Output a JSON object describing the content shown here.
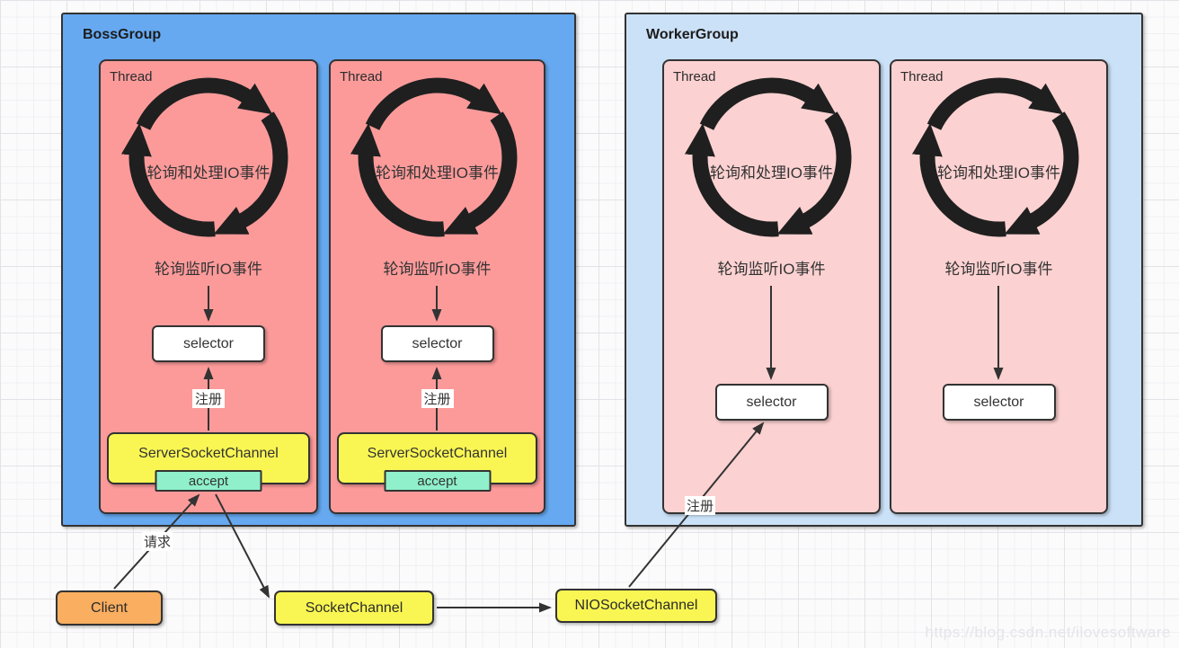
{
  "boss_group": {
    "title": "BossGroup",
    "threads": [
      {
        "label": "Thread",
        "cycle_center_label": "轮询和处理IO事件",
        "cycle_bottom_label": "轮询监听IO事件",
        "selector_label": "selector",
        "register_label": "注册",
        "channel_label": "ServerSocketChannel",
        "accept_label": "accept"
      },
      {
        "label": "Thread",
        "cycle_center_label": "轮询和处理IO事件",
        "cycle_bottom_label": "轮询监听IO事件",
        "selector_label": "selector",
        "register_label": "注册",
        "channel_label": "ServerSocketChannel",
        "accept_label": "accept"
      }
    ]
  },
  "worker_group": {
    "title": "WorkerGroup",
    "threads": [
      {
        "label": "Thread",
        "cycle_center_label": "轮询和处理IO事件",
        "cycle_bottom_label": "轮询监听IO事件",
        "selector_label": "selector"
      },
      {
        "label": "Thread",
        "cycle_center_label": "轮询和处理IO事件",
        "cycle_bottom_label": "轮询监听IO事件",
        "selector_label": "selector"
      }
    ]
  },
  "bottom_nodes": {
    "client": "Client",
    "socket_channel": "SocketChannel",
    "nio_socket_channel": "NIOSocketChannel"
  },
  "edge_labels": {
    "request": "请求",
    "register": "注册"
  },
  "watermark": "https://blog.csdn.net/ilovesoftware",
  "colors": {
    "boss_group_fill": "#66a9f1",
    "boss_thread_fill": "#fc9a9a",
    "worker_group_fill": "#cbe1f7",
    "worker_thread_fill": "#fcd1d1",
    "channel_fill": "#f9f653",
    "accept_fill": "#8ff0cb",
    "client_fill": "#f9ae60",
    "selector_fill": "#ffffff",
    "border": "#333333",
    "arrow": "#333333"
  }
}
